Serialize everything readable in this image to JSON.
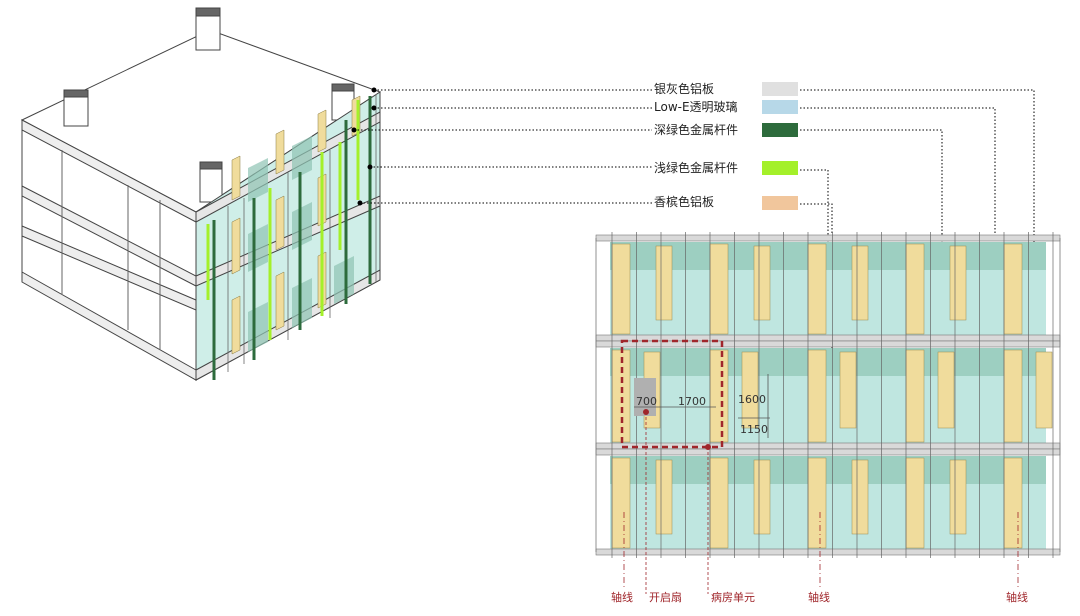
{
  "legend": [
    {
      "label": "银灰色铝板",
      "color": "#e0e0e0"
    },
    {
      "label": "Low-E透明玻璃",
      "color": "#b7d8e8"
    },
    {
      "label": "深绿色金属杆件",
      "color": "#2d6b3c"
    },
    {
      "label": "浅绿色金属杆件",
      "color": "#a4f02a"
    },
    {
      "label": "香槟色铝板",
      "color": "#f1c69c"
    }
  ],
  "dimensions": {
    "d700": "700",
    "d1700": "1700",
    "d1600": "1600",
    "d1150": "1150"
  },
  "bottom_labels": {
    "axis_left": "轴线",
    "open_sash": "开启扇",
    "ward_unit": "病房单元",
    "axis_mid": "轴线",
    "axis_right": "轴线"
  },
  "colors": {
    "glass": "#bfe6e0",
    "glass_dark": "#8fc4b4",
    "champagne": "#f0dc9c",
    "slab": "#d9d9d9",
    "dark_green": "#2d6b3c",
    "light_green": "#a4f02a",
    "highlight": "#a0262b"
  }
}
